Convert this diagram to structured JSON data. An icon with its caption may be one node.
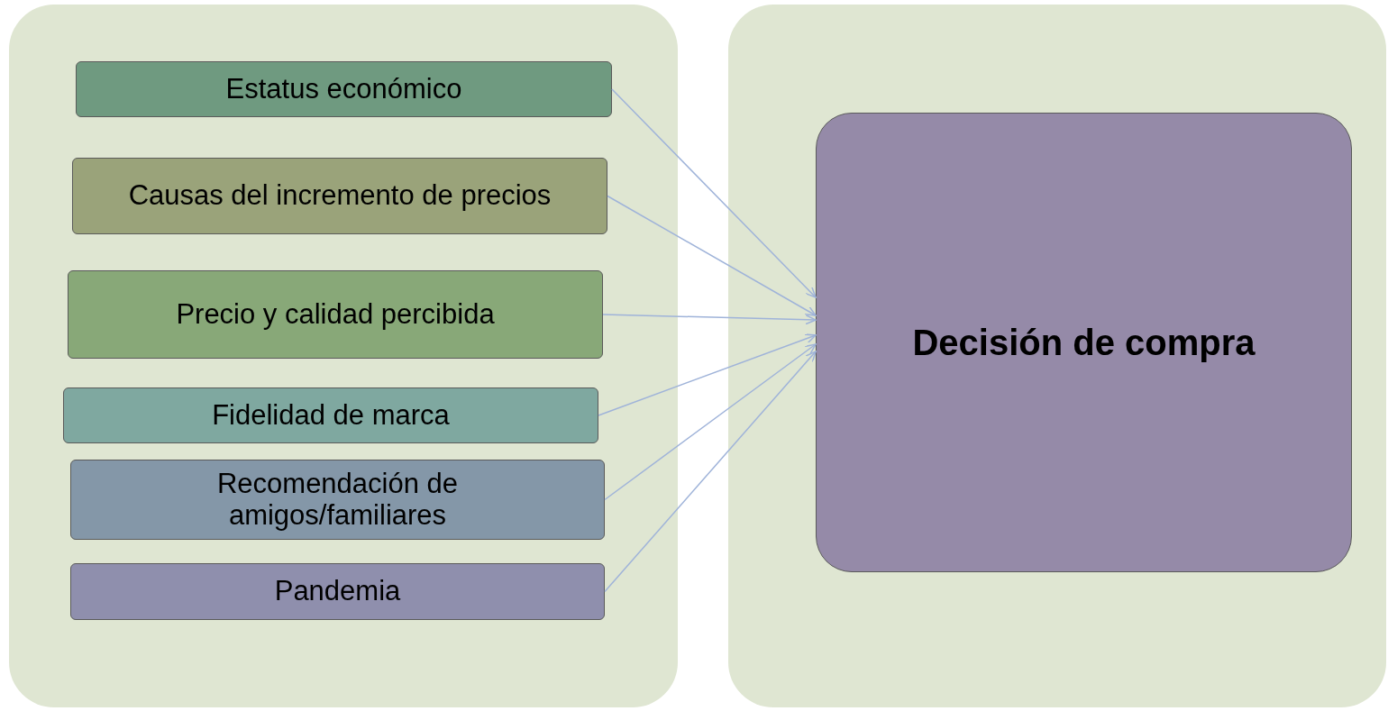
{
  "diagram": {
    "nodes": [
      {
        "text": [],
        "shape": "box"
      },
      {
        "text": [
          "Estatus económico"
        ],
        "in": 0
      },
      {
        "text": [
          "Causas del incremento de precios"
        ],
        "in": 0
      },
      {
        "text": [
          "Precio y calidad percibida"
        ],
        "in": 0
      },
      {
        "text": [
          "Fidelidad de marca"
        ],
        "in": 0
      },
      {
        "text": [
          "Recomendación de amigos/familiares"
        ],
        "in": 0
      },
      {
        "text": [
          "Pandemia"
        ],
        "in": 0
      },
      {
        "text": [],
        "shape": "box"
      },
      {
        "text": [
          "Decisión de compra"
        ],
        "in": 7
      }
    ],
    "edges": [
      {
        "from": 1,
        "to": 8,
        "arrow": "to"
      },
      {
        "from": 2,
        "to": 8,
        "arrow": "to"
      },
      {
        "from": 3,
        "to": 8,
        "arrow": "to"
      },
      {
        "from": 4,
        "to": 8,
        "arrow": "to"
      },
      {
        "from": 5,
        "to": 8,
        "arrow": "to"
      },
      {
        "from": 6,
        "to": 8,
        "arrow": "to"
      }
    ]
  }
}
